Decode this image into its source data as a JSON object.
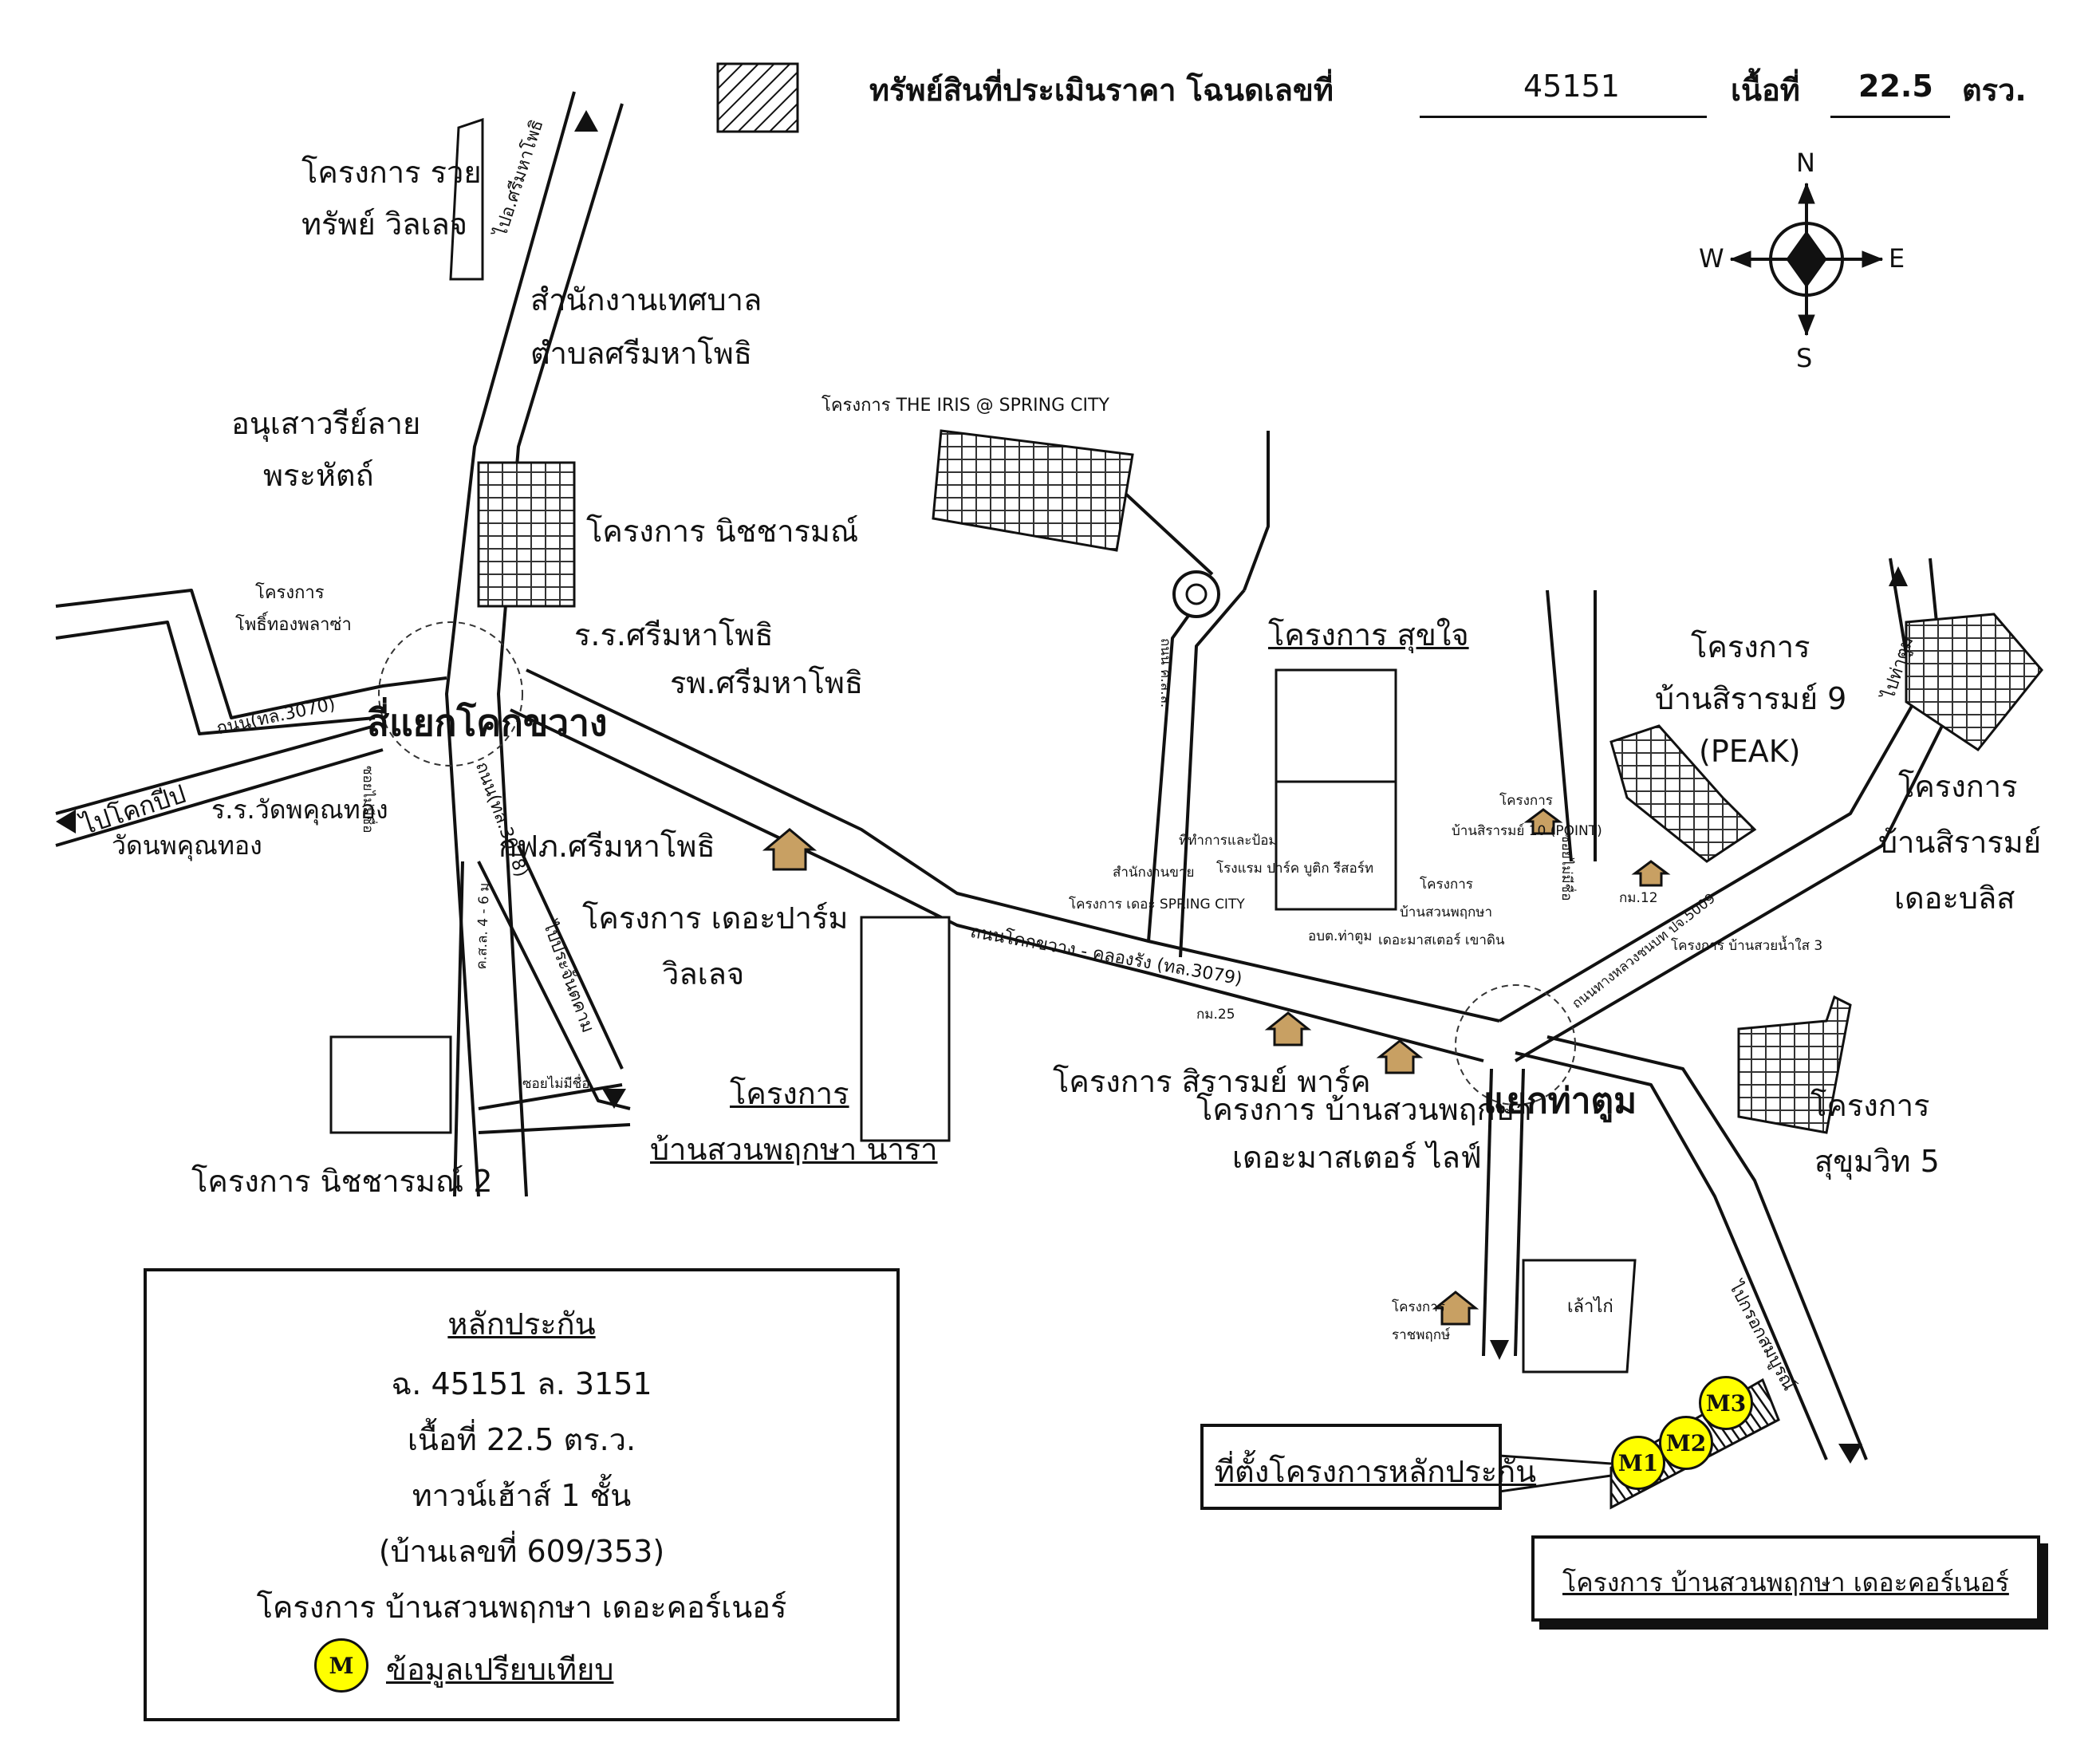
{
  "header": {
    "title": "ทรัพย์สินที่ประเมินราคา โฉนดเลขที่",
    "deed_no": "45151",
    "area_label": "เนื้อที่",
    "area_value": "22.5",
    "area_unit": "ตรว."
  },
  "compass": {
    "n": "N",
    "s": "S",
    "e": "E",
    "w": "W"
  },
  "labels": {
    "ruai_sap_1": "โครงการ รวย",
    "ruai_sap_2": "ทรัพย์ วิลเลจ",
    "to_sri_maha_phot": "ไปอ.ศรีมหาโพธิ",
    "municipal_1": "สำนักงานเทศบาล",
    "municipal_2": "ตำบลศรีมหาโพธิ",
    "monument_1": "อนุเสาวรีย์ลาย",
    "monument_2": "พระหัตถ์",
    "nitcharam": "โครงการ นิชชารมณ์",
    "phothong_1": "โครงการ",
    "phothong_2": "โพธิ์ทองพลาซ่า",
    "school_srimaha": "ร.ร.ศรีมหาโพธิ",
    "hospital": "รพ.ศรีมหาโพธิ",
    "intersection_khok": "สี่แยกโคกขวาง",
    "road_3070": "ถนน(ทล.3070)",
    "to_khok_pip": "ไปโคกปีป",
    "school_wat": "ร.ร.วัดพคุณทอง",
    "wat": "วัดนพคุณทอง",
    "soi_1": "ซอยไม่มีชื่อ",
    "road_3078": "ถนน(ทล.3078)",
    "pea": "กฟภ.ศรีมหาโพธิ",
    "the_palm_1": "โครงการ เดอะปาร์ม",
    "the_palm_2": "วิลเลจ",
    "to_prachin": "ไปประจันตคาม",
    "road_pt4": "ค.ส.ล. 4 - 6 ม.",
    "soi_2": "ซอยไม่มีชื่อ",
    "nitcharam_2": "โครงการ นิชชารมณ์ 2",
    "nara_1": "โครงการ",
    "nara_2": "บ้านสวนพฤกษา นารา",
    "iris": "โครงการ THE IRIS @ SPRING CITY",
    "road_kso": "ถนน ค.ส.ล.",
    "sukjai": "โครงการ สุขใจ",
    "sales_office": "สำนักงานขาย",
    "spring_city": "โครงการ เดอะ SPRING CITY",
    "gov_office": "ที่ทำการและป้อม",
    "factory": "โรงแรม ปาร์ค บูติก รีสอร์ท",
    "main_road": "ถนนโคกขวาง - คลองรัง (ทล.3079)",
    "km25": "กม.25",
    "post_office": "อบต.ท่าตูม",
    "master_khao_1": "โครงการ",
    "master_khao_2": "บ้านสวนพฤกษา",
    "master_khao_3": "เดอะมาสเตอร์ เขาดิน",
    "sirarom_park": "โครงการ สิรารมย์ พาร์ค",
    "master_life_1": "โครงการ บ้านสวนพฤกษา",
    "master_life_2": "เดอะมาสเตอร์ ไลฟ์",
    "intersection_tatum": "แยกท่าตูม",
    "sirarom9_1": "โครงการ",
    "sirarom9_2": "บ้านสิรารมย์ 9",
    "sirarom9_3": "(PEAK)",
    "point_1": "โครงการ",
    "point_2": "บ้านสิรารมย์ 10 (POINT)",
    "km12": "กม.12",
    "soi_3": "ซอยไม่มีชื่อ",
    "rural_road": "ถนนทางหลวงชนบท ปจ.5009",
    "suay_nam_sai": "โครงการ บ้านสวยน้ำใส 3",
    "to_tatum": "ไปท่าตูม",
    "bliss_1": "โครงการ",
    "bliss_2": "บ้านสิรารมย์",
    "bliss_3": "เดอะบลิส",
    "sukhumvit_1": "โครงการ",
    "sukhumvit_2": "สุขุมวิท 5",
    "ratchaphruek_1": "โครงการ",
    "ratchaphruek_2": "ราชพฤกษ์",
    "chicken": "เล้าไก่",
    "to_kabin": "ไปกรอกสมบูรณ์",
    "collateral_site": "ที่ตั้งโครงการหลักประกัน",
    "corner_project": "โครงการ บ้านสวนพฤกษา เดอะคอร์เนอร์"
  },
  "legend": {
    "title": "หลักประกัน",
    "line1": "ฉ. 45151 ล. 3151",
    "line2": "เนื้อที่ 22.5 ตร.ว.",
    "line3": "ทาวน์เฮ้าส์ 1 ชั้น",
    "line4": "(บ้านเลขที่ 609/353)",
    "line5": "โครงการ บ้านสวนพฤกษา เดอะคอร์เนอร์",
    "marker": "M",
    "marker_text": "ข้อมูลเปรียบเทียบ"
  },
  "markers": [
    "M1",
    "M2",
    "M3"
  ],
  "colors": {
    "marker_fill": "#ffff00",
    "house_fill": "#c8a063",
    "road_line": "#111111"
  }
}
